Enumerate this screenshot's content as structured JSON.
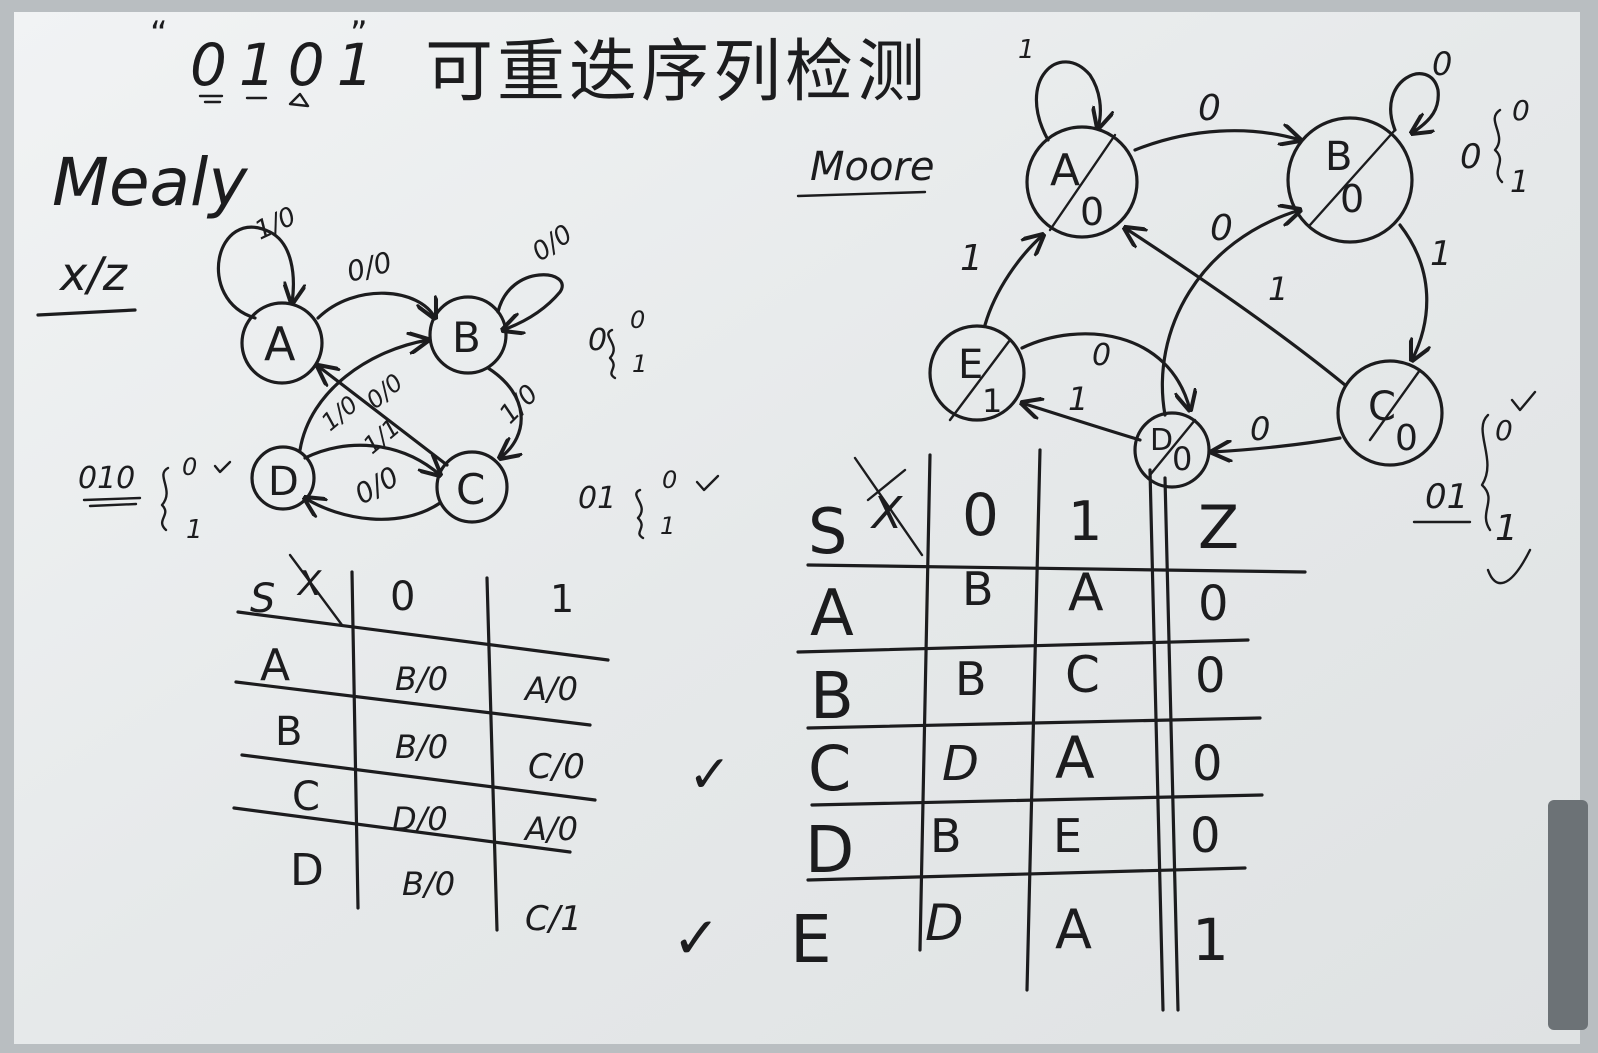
{
  "title": {
    "sequence": "0101",
    "text": "可重迭序列检测"
  },
  "mealy": {
    "heading": "Mealy",
    "io": "x/z",
    "states": [
      "A",
      "B",
      "C",
      "D"
    ],
    "edges": {
      "aa": "1/0",
      "ab": "0/0",
      "bb": "0/0",
      "bc": "1/0",
      "cd": "0/0",
      "dc": "1/1",
      "ca": "1/0",
      "db": "0/0"
    },
    "notes": {
      "b_prefix": "0",
      "b_in0": "0",
      "b_in1": "1",
      "c_prefix": "01",
      "c_in0": "0",
      "c_in1": "1",
      "d_prefix": "010",
      "d_in0": "0",
      "d_in1": "1"
    },
    "table": {
      "header_s": "S",
      "header_x": "X",
      "cols": [
        "0",
        "1"
      ],
      "rows": [
        {
          "s": "A",
          "v": [
            "B/0",
            "A/0"
          ]
        },
        {
          "s": "B",
          "v": [
            "B/0",
            "C/0"
          ]
        },
        {
          "s": "C",
          "v": [
            "D/0",
            "A/0"
          ]
        },
        {
          "s": "D",
          "v": [
            "B/0",
            "C/1"
          ]
        }
      ]
    }
  },
  "moore": {
    "heading": "Moore",
    "states": [
      {
        "name": "A",
        "out": "0"
      },
      {
        "name": "B",
        "out": "0"
      },
      {
        "name": "C",
        "out": "0"
      },
      {
        "name": "D",
        "out": "0"
      },
      {
        "name": "E",
        "out": "1"
      }
    ],
    "edges": {
      "aa": "1",
      "ab": "0",
      "bb": "0",
      "bc": "1",
      "cd": "0",
      "ca": "1",
      "da": "0",
      "de": "1",
      "eb": "0",
      "ea": "1"
    },
    "notes": {
      "b_in0": "0",
      "b_in1": "1",
      "b_prefix": "0",
      "c_prefix": "01",
      "c_in0": "0",
      "c_in1": "1"
    },
    "table": {
      "header_s": "S",
      "header_x": "X",
      "cols": [
        "0",
        "1"
      ],
      "header_z": "Z",
      "rows": [
        {
          "s": "A",
          "v": [
            "B",
            "A"
          ],
          "z": "0"
        },
        {
          "s": "B",
          "v": [
            "B",
            "C"
          ],
          "z": "0"
        },
        {
          "s": "C",
          "v": [
            "D",
            "A"
          ],
          "z": "0"
        },
        {
          "s": "D",
          "v": [
            "B",
            "E"
          ],
          "z": "0"
        },
        {
          "s": "E",
          "v": [
            "D",
            "A"
          ],
          "z": "1"
        }
      ]
    },
    "checkmarks": [
      "✓",
      "✓"
    ]
  },
  "colors": {
    "board": "#e8ebec",
    "ink": "#1c1c1e",
    "frame": "#b9bec1"
  }
}
